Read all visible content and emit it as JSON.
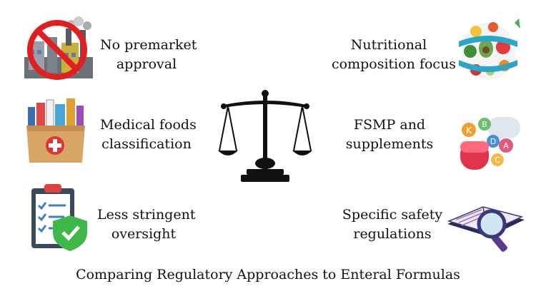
{
  "left": [
    {
      "lines": [
        "No premarket",
        "approval"
      ],
      "icon": "no-factory-icon"
    },
    {
      "lines": [
        "Medical foods",
        "classification"
      ],
      "icon": "medical-food-box-icon"
    },
    {
      "lines": [
        "Less stringent",
        "oversight"
      ],
      "icon": "checklist-shield-icon"
    }
  ],
  "right": [
    {
      "lines": [
        "Nutritional",
        "composition focus"
      ],
      "icon": "healthy-food-ribbon-icon"
    },
    {
      "lines": [
        "FSMP and",
        "supplements"
      ],
      "icon": "vitamin-supplement-icon"
    },
    {
      "lines": [
        "Specific safety",
        "regulations"
      ],
      "icon": "book-magnifier-icon"
    }
  ],
  "center_icon": "balance-scale-icon",
  "caption": "Comparing Regulatory Approaches to Enteral Formulas"
}
